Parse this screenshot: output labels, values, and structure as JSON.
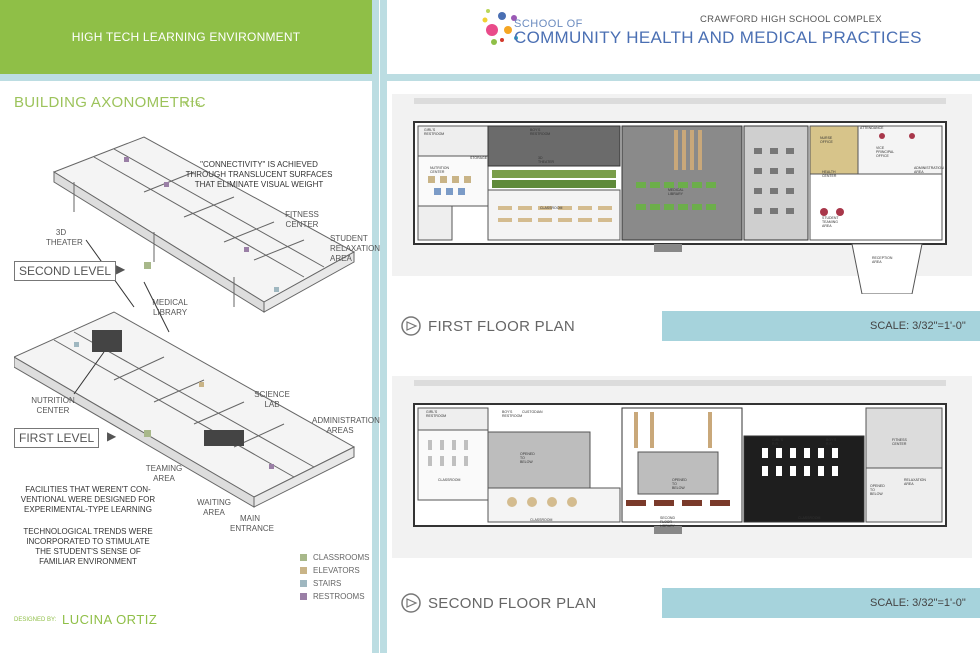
{
  "header": {
    "banner": "HIGH TECH LEARNING ENVIRONMENT",
    "school_of": "SCHOOL OF",
    "school_title": "COMMUNITY HEALTH AND MEDICAL PRACTICES",
    "complex": "CRAWFORD HIGH SCHOOL COMPLEX"
  },
  "axonometric": {
    "title": "BUILDING AXONOMETRIC",
    "nts": "N.T.S.",
    "connectivity_note": "\"CONNECTIVITY\" IS ACHIEVED THROUGH TRANSLUCENT SURFACES THAT ELIMINATE VISUAL WEIGHT",
    "second_level": "SECOND LEVEL",
    "first_level": "FIRST LEVEL",
    "labels": {
      "theater": "3D THEATER",
      "fitness": "FITNESS CENTER",
      "relaxation": "STUDENT RELAXATION AREA",
      "medical_library": "MEDICAL LIBRARY",
      "nutrition": "NUTRITION CENTER",
      "science_lab": "SCIENCE LAB",
      "administration": "ADMINISTRATION AREAS",
      "teaming": "TEAMING AREA",
      "waiting": "WAITING AREA",
      "entrance": "MAIN ENTRANCE"
    },
    "facilities_note": "FACILITIES THAT WEREN'T CON-VENTIONAL WERE DESIGNED FOR EXPERIMENTAL-TYPE LEARNING",
    "tech_note": "TECHNOLOGICAL TRENDS WERE INCORPORATED TO STIMULATE THE STUDENT'S SENSE OF FAMILIAR ENVIRONMENT"
  },
  "legend": [
    {
      "label": "CLASSROOMS",
      "color": "#a8b88a"
    },
    {
      "label": "ELEVATORS",
      "color": "#c9b487"
    },
    {
      "label": "STAIRS",
      "color": "#9fb7c0"
    },
    {
      "label": "RESTROOMS",
      "color": "#9a7fa6"
    }
  ],
  "credits": {
    "designed_by": "DESIGNED BY:",
    "designer": "LUCINA ORTIZ"
  },
  "first_floor": {
    "title": "FIRST FLOOR PLAN",
    "scale": "SCALE: 3/32\"=1'-0\"",
    "rooms": {
      "girls_restroom": "GIRL'S RESTROOM",
      "boys_restroom": "BOY'S RESTROOM",
      "storage": "STORAGE",
      "theater": "3D THEATER",
      "nutrition": "NUTRITION CENTER",
      "classroom": "CLASSROOM",
      "medical_library": "MEDICAL LIBRARY",
      "nurse": "NURSE OFFICE",
      "health": "HEALTH CENTER",
      "attendance": "ATTENDANCE",
      "principal": "VICE PRINCIPAL OFFICE",
      "admin": "ADMINISTRATION AREA",
      "teaming": "STUDENT TEAMING AREA",
      "reception": "RECEPTION AREA"
    }
  },
  "second_floor": {
    "title": "SECOND FLOOR PLAN",
    "scale": "SCALE: 3/32\"=1'-0\"",
    "rooms": {
      "girls_restroom": "GIRL'S RESTROOM",
      "boys_restroom": "BOY'S RESTROOM",
      "custodian": "CUSTODIAN",
      "opened1": "OPENED TO BELOW",
      "classroom1": "CLASSROOM",
      "classroom2": "CLASSROOM",
      "opened2": "OPENED TO BELOW",
      "library": "SECOND FLOOR LIBRARY",
      "girls_rr2": "GIRL'S R.R.",
      "boys_rr2": "BOY'S R.R.",
      "classroom3": "CLASSROOM",
      "fitness": "FITNESS CENTER",
      "opened3": "OPENED TO BELOW",
      "relaxation": "RELAXATION AREA"
    }
  }
}
